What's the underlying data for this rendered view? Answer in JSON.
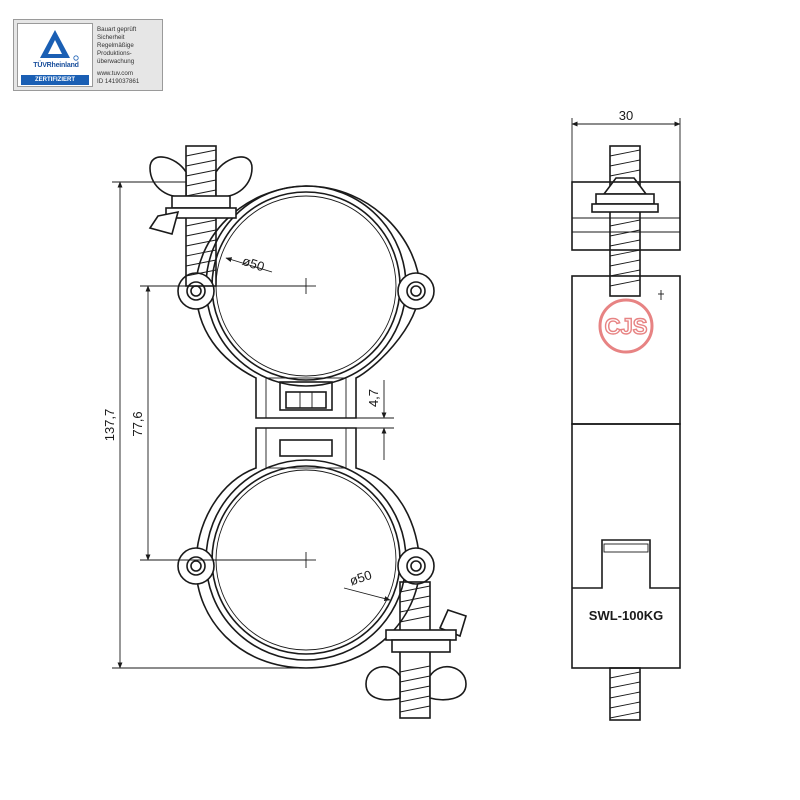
{
  "certificate": {
    "brand": "TÜVRheinland",
    "badge": "ZERTIFIZIERT",
    "lines": [
      "Bauart geprüft",
      "Sicherheit",
      "Regelmäßige",
      "Produktions-",
      "überwachung"
    ],
    "website": "www.tuv.com",
    "id": "ID 1419037861"
  },
  "dimensions": {
    "overall_height": "137,7",
    "center_distance": "77,6",
    "gap": "4,7",
    "top_diameter": "ø50",
    "bottom_diameter": "ø50",
    "side_width": "30"
  },
  "side_view": {
    "load_label": "SWL-100KG",
    "watermark": "CJS"
  },
  "colors": {
    "line": "#1a1a1a",
    "tuv_blue": "#1a5fb4",
    "watermark": "#e05a5a"
  }
}
